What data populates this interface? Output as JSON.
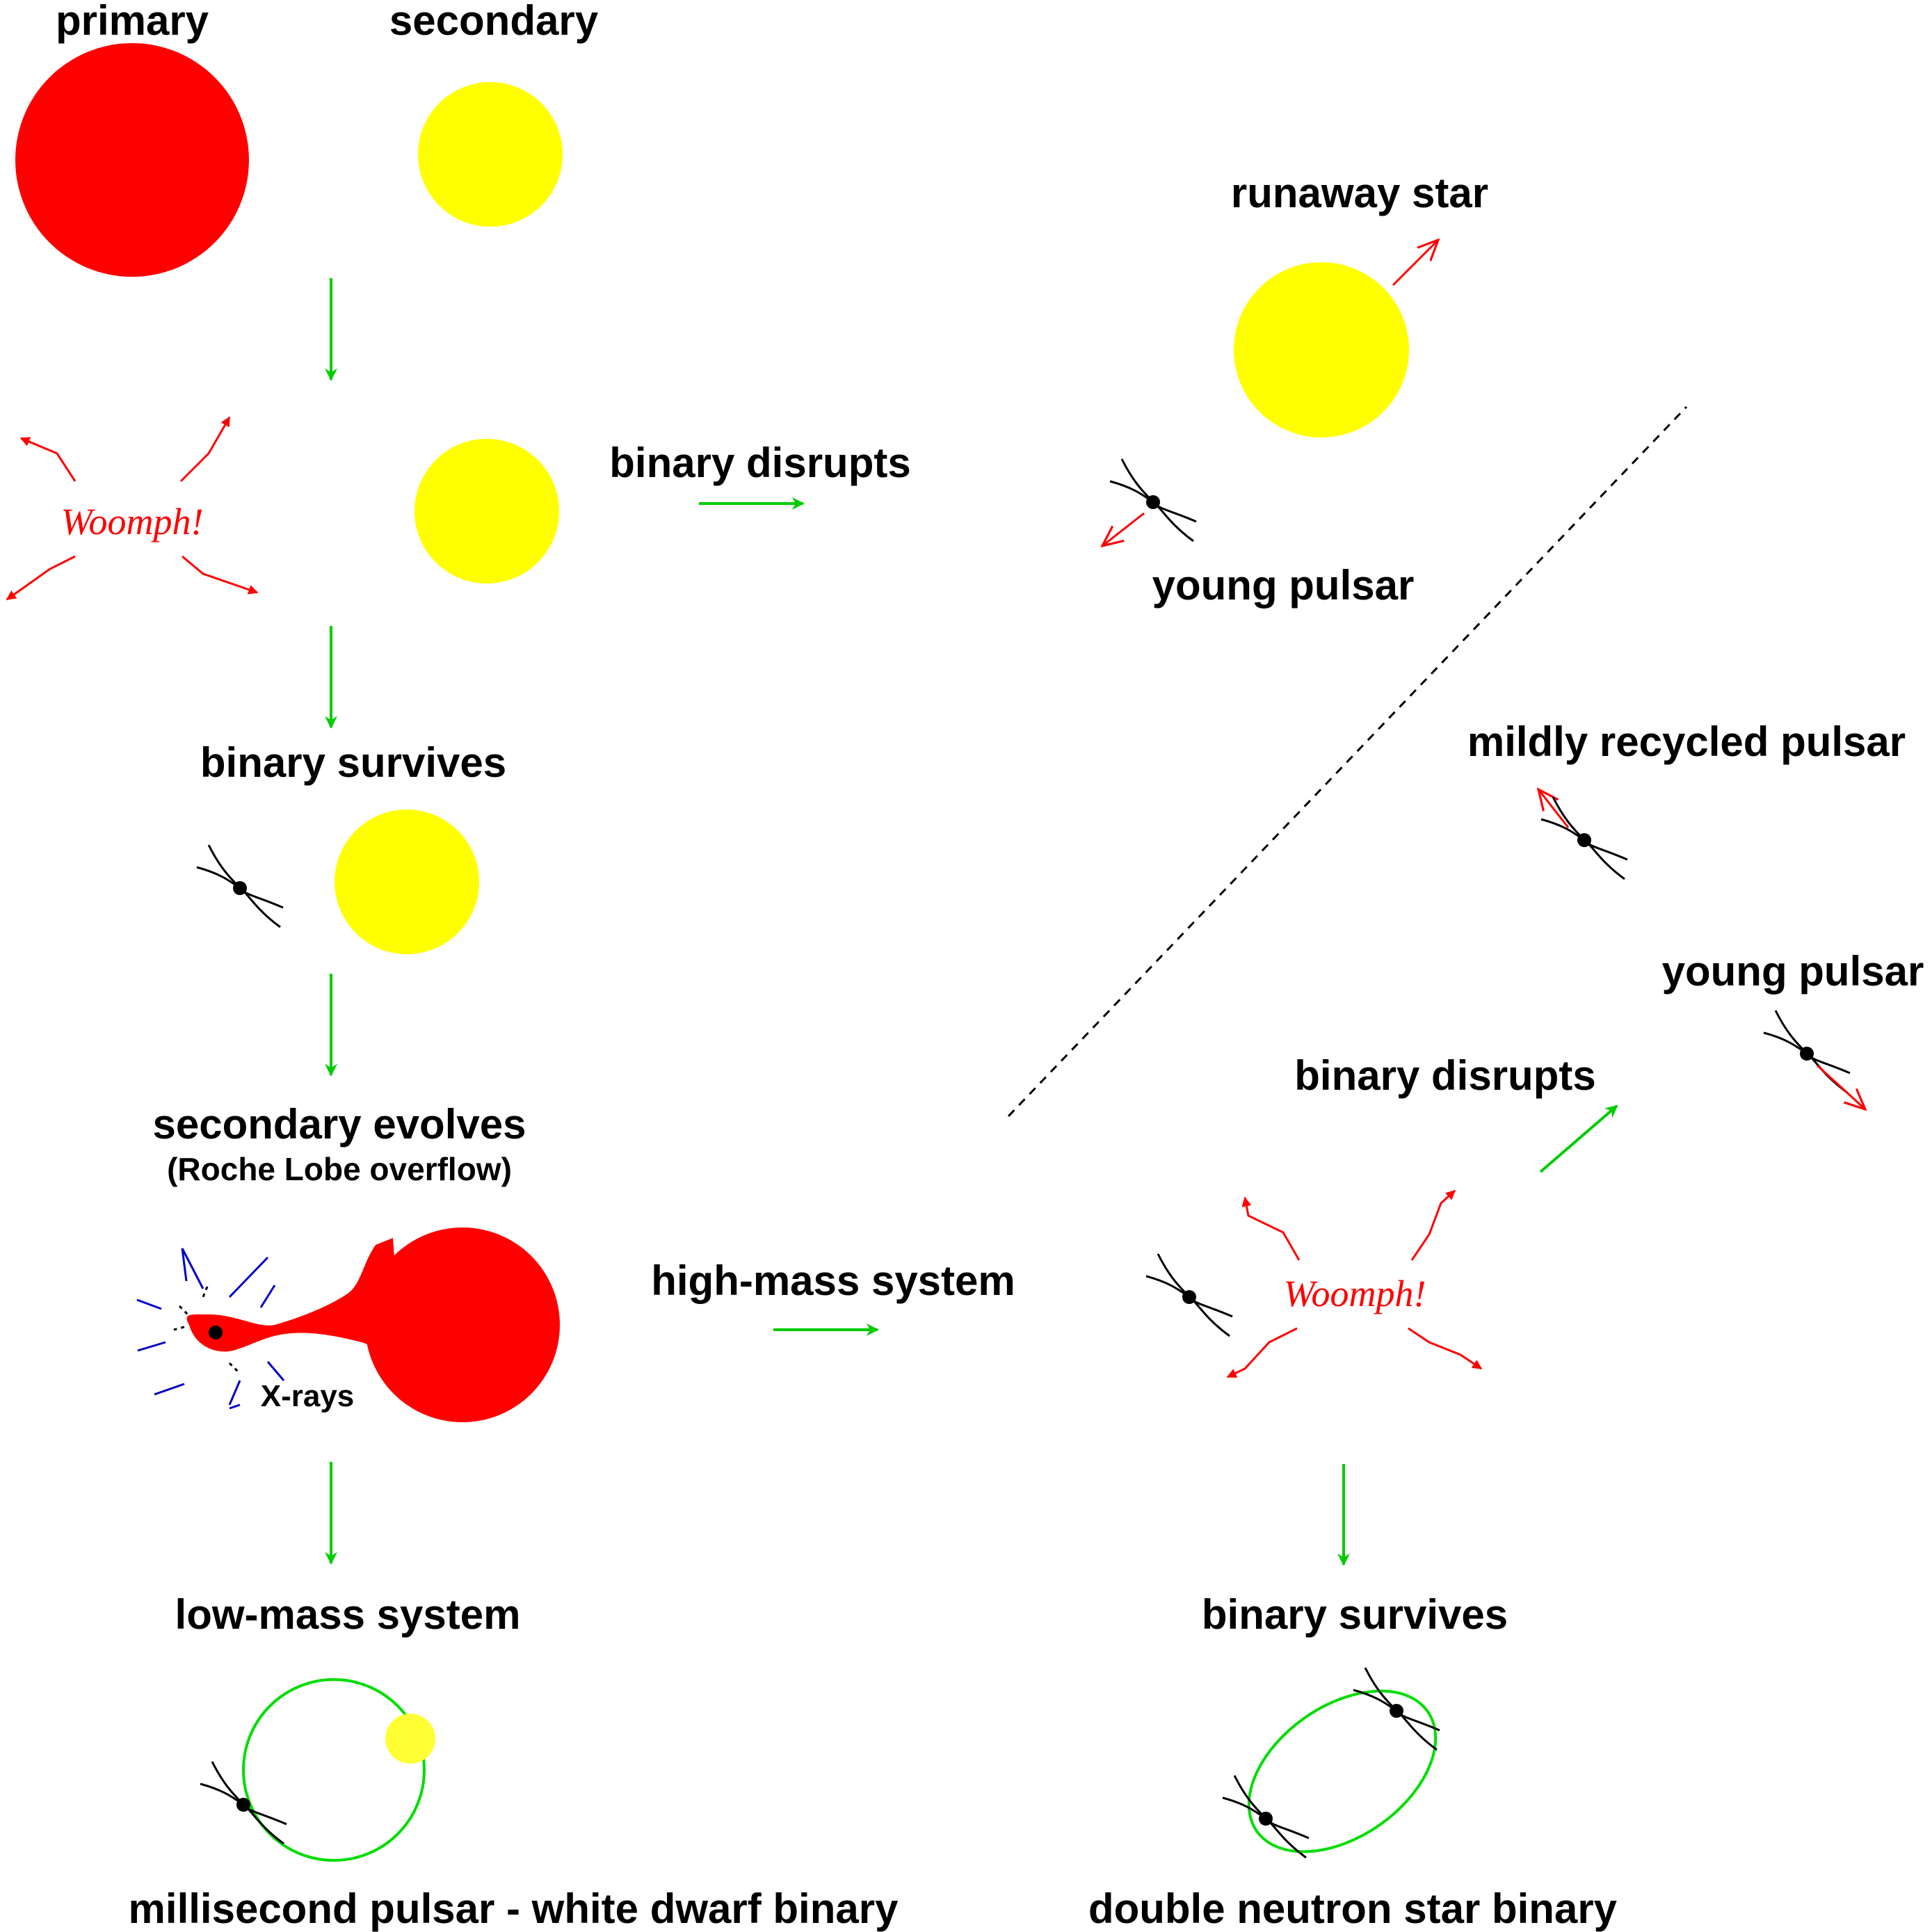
{
  "labels": {
    "primary": "primary",
    "secondary": "secondary",
    "binary_disrupts_1": "binary disrupts",
    "runaway_star": "runaway star",
    "young_pulsar_1": "young pulsar",
    "binary_survives_1": "binary survives",
    "secondary_evolves": "secondary evolves",
    "roche_lobe": "(Roche Lobe overflow)",
    "x_rays": "X-rays",
    "high_mass_system": "high-mass system",
    "low_mass_system": "low-mass system",
    "ms_pulsar_wd": "millisecond pulsar - white dwarf binary",
    "mildly_recycled": "mildly recycled pulsar",
    "young_pulsar_2": "young pulsar",
    "binary_disrupts_2": "binary disrupts",
    "binary_survives_2": "binary survives",
    "double_ns": "double neutron star binary",
    "woomph_1": "Woomph!",
    "woomph_2": "Woomph!"
  },
  "colors": {
    "primary_star": "#ff0000",
    "secondary_star": "#ffff00",
    "flow_arrow": "#00cc00",
    "kick_arrow": "#ff0000",
    "xray_lines": "#0000cc",
    "orbit": "#00dd00",
    "white_dwarf": "#ffff33"
  },
  "icons": {
    "pulsar": "pulsar-icon",
    "supernova": "supernova-burst-icon"
  }
}
